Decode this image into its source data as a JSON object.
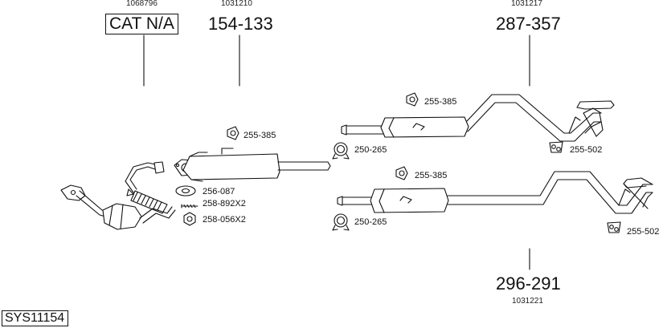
{
  "parts": {
    "cat": {
      "ref": "1068796",
      "label": "CAT N/A"
    },
    "front_pipe": {
      "ref": "1031210",
      "label": "154-133"
    },
    "rear_upper": {
      "ref": "1031217",
      "label": "287-357"
    },
    "rear_lower": {
      "ref": "1031221",
      "label": "296-291"
    }
  },
  "small_parts": {
    "hanger_mid": "255-385",
    "hanger_upper": "255-385",
    "hanger_lower": "255-385",
    "gasket": "256-087",
    "bolt": "258-892X2",
    "nut": "258-056X2",
    "clamp_upper": "250-265",
    "clamp_lower": "250-265",
    "rubber_upper": "255-502",
    "rubber_lower": "255-502"
  },
  "system_code": "SYS11154"
}
